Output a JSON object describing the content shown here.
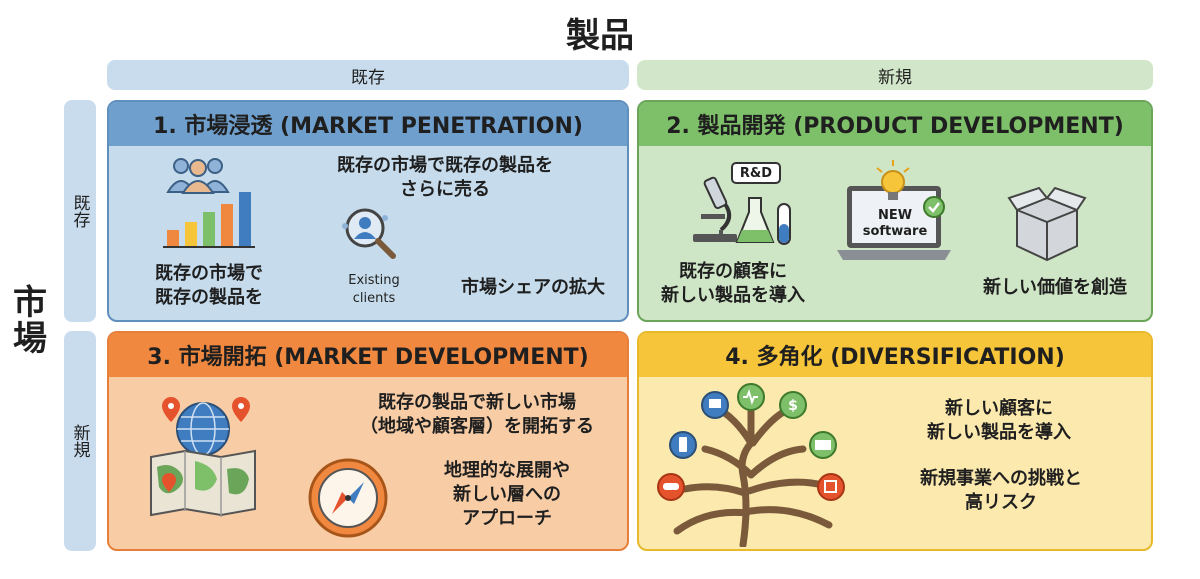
{
  "header": {
    "top_axis": "製品",
    "side_axis": "市場"
  },
  "columns": {
    "existing": "既存",
    "new": "新規"
  },
  "rows": {
    "existing": "既存",
    "new": "新規"
  },
  "quadrants": {
    "q1": {
      "title": "1. 市場浸透 (MARKET PENETRATION)",
      "desc_line1": "既存の市場で既存の製品を",
      "desc_line2": "さらに売る",
      "left_line1": "既存の市場で",
      "left_line2": "既存の製品を",
      "clients_line1": "Existing",
      "clients_line2": "clients",
      "right": "市場シェアの拡大"
    },
    "q2": {
      "title": "2. 製品開発 (PRODUCT DEVELOPMENT)",
      "rd_label": "R&D",
      "laptop_line1": "NEW",
      "laptop_line2": "software",
      "left_line1": "既存の顧客に",
      "left_line2": "新しい製品を導入",
      "right": "新しい価値を創造"
    },
    "q3": {
      "title": "3. 市場開拓 (MARKET DEVELOPMENT)",
      "desc_line1": "既存の製品で新しい市場",
      "desc_line2": "（地域や顧客層）を開拓する",
      "sub_line1": "地理的な展開や",
      "sub_line2": "新しい層への",
      "sub_line3": "アプローチ"
    },
    "q4": {
      "title": "4. 多角化 (DIVERSIFICATION)",
      "desc_line1": "新しい顧客に",
      "desc_line2": "新しい製品を導入",
      "sub_line1": "新規事業への挑戦と",
      "sub_line2": "高リスク"
    }
  },
  "colors": {
    "blue": "#6f9fcd",
    "green": "#7ebf6a",
    "orange": "#f08840",
    "yellow": "#f6c53a"
  },
  "icons": [
    "people-icon",
    "bar-chart-icon",
    "magnifier-user-icon",
    "microscope-icon",
    "flask-icon",
    "test-tube-icon",
    "laptop-icon",
    "lightbulb-icon",
    "box-icon",
    "globe-icon",
    "map-icon",
    "compass-icon",
    "tree-icon"
  ]
}
